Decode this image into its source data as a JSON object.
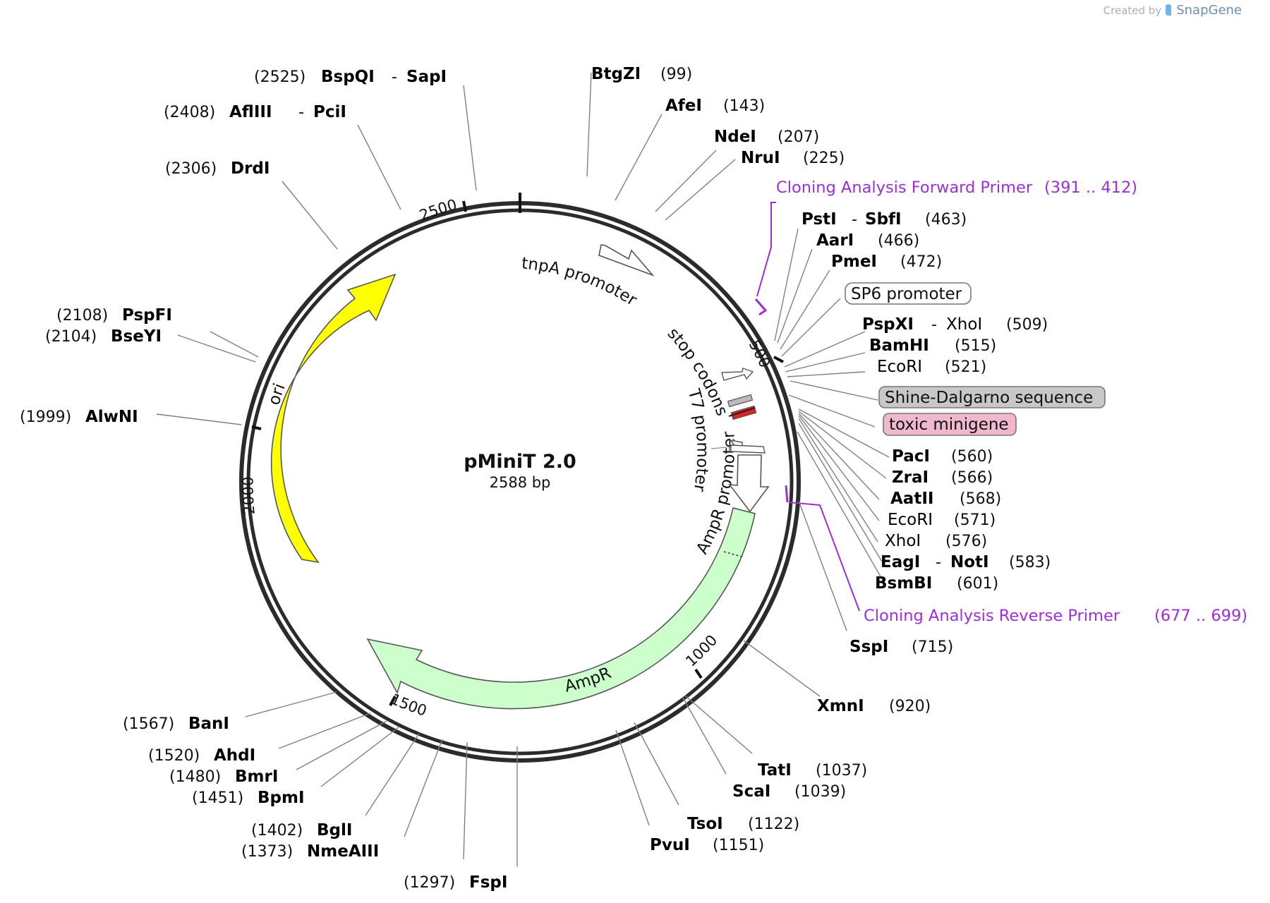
{
  "credit": {
    "prefix": "Created by",
    "brand": "SnapGene"
  },
  "plasmid": {
    "name": "pMiniT 2.0",
    "length_label": "2588 bp",
    "length_bp": 2588
  },
  "ruler": [
    {
      "label": "500",
      "bp": 500
    },
    {
      "label": "1000",
      "bp": 1000
    },
    {
      "label": "1500",
      "bp": 1500
    },
    {
      "label": "2000",
      "bp": 2000
    },
    {
      "label": "2500",
      "bp": 2500
    }
  ],
  "features": [
    {
      "name": "ori",
      "type": "arrow",
      "color": "#ffff00"
    },
    {
      "name": "AmpR",
      "type": "arrow",
      "color": "#ccffcc"
    },
    {
      "name": "AmpR promoter",
      "type": "arrow",
      "color": "#ffffff"
    },
    {
      "name": "tnpA promoter",
      "type": "arrow",
      "color": "#ffffff"
    },
    {
      "name": "stop codons",
      "type": "arrow",
      "color": "#ffffff"
    },
    {
      "name": "T7 promoter",
      "type": "arrow",
      "color": "#ffffff"
    },
    {
      "name": "SP6 promoter",
      "type": "box",
      "color": "#ffffff"
    },
    {
      "name": "Shine-Dalgarno sequence",
      "type": "box",
      "color": "#c8c8c8"
    },
    {
      "name": "toxic minigene",
      "type": "box",
      "color": "#f0b8cc"
    }
  ],
  "primers": [
    {
      "name": "Cloning Analysis Forward Primer",
      "range": "(391 .. 412)",
      "color": "#9b30d9"
    },
    {
      "name": "Cloning Analysis Reverse Primer",
      "range": "(677 .. 699)",
      "color": "#9b30d9"
    }
  ],
  "enzymes": [
    {
      "name": "BspQI",
      "name2": "SapI",
      "pos": "(2525)"
    },
    {
      "name": "AflIII",
      "name2": "PciI",
      "pos": "(2408)"
    },
    {
      "name": "DrdI",
      "pos": "(2306)"
    },
    {
      "name": "PspFI",
      "pos": "(2108)"
    },
    {
      "name": "BseYI",
      "pos": "(2104)"
    },
    {
      "name": "AlwNI",
      "pos": "(1999)"
    },
    {
      "name": "BanI",
      "pos": "(1567)"
    },
    {
      "name": "AhdI",
      "pos": "(1520)"
    },
    {
      "name": "BmrI",
      "pos": "(1480)"
    },
    {
      "name": "BpmI",
      "pos": "(1451)"
    },
    {
      "name": "BglI",
      "pos": "(1402)"
    },
    {
      "name": "NmeAIII",
      "pos": "(1373)"
    },
    {
      "name": "FspI",
      "pos": "(1297)"
    },
    {
      "name": "BtgZI",
      "pos": "(99)"
    },
    {
      "name": "AfeI",
      "pos": "(143)"
    },
    {
      "name": "NdeI",
      "pos": "(207)"
    },
    {
      "name": "NruI",
      "pos": "(225)"
    },
    {
      "name": "PstI",
      "name2": "SbfI",
      "pos": "(463)"
    },
    {
      "name": "AarI",
      "pos": "(466)"
    },
    {
      "name": "PmeI",
      "pos": "(472)"
    },
    {
      "name": "PspXI",
      "name2": "XhoI",
      "pos": "(509)"
    },
    {
      "name": "BamHI",
      "pos": "(515)"
    },
    {
      "name": "EcoRI",
      "pos": "(521)"
    },
    {
      "name": "PacI",
      "pos": "(560)"
    },
    {
      "name": "ZraI",
      "pos": "(566)"
    },
    {
      "name": "AatII",
      "pos": "(568)"
    },
    {
      "name": "EcoRI",
      "pos": "(571)"
    },
    {
      "name": "XhoI",
      "pos": "(576)"
    },
    {
      "name": "EagI",
      "name2": "NotI",
      "pos": "(583)"
    },
    {
      "name": "BsmBI",
      "pos": "(601)"
    },
    {
      "name": "SspI",
      "pos": "(715)"
    },
    {
      "name": "XmnI",
      "pos": "(920)"
    },
    {
      "name": "TatI",
      "pos": "(1037)"
    },
    {
      "name": "ScaI",
      "pos": "(1039)"
    },
    {
      "name": "TsoI",
      "pos": "(1122)"
    },
    {
      "name": "PvuI",
      "pos": "(1151)"
    }
  ]
}
